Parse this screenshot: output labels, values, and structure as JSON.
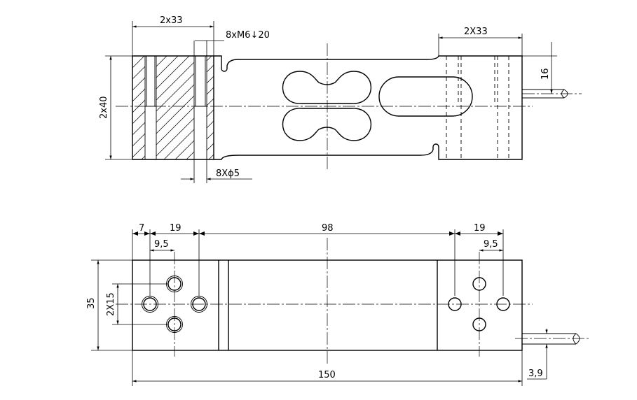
{
  "top_view": {
    "dim_hole_spacing_left": "2x33",
    "dim_thread": "8xM6↓20",
    "dim_hole_spacing_right": "2X33",
    "dim_height": "2x40",
    "dim_cable_offset": "16",
    "dim_bore": "8Xϕ5"
  },
  "front_view": {
    "dim_7": "7",
    "dim_19_left": "19",
    "dim_9_5_left": "9,5",
    "dim_98": "98",
    "dim_19_right": "19",
    "dim_9_5_right": "9,5",
    "dim_35": "35",
    "dim_2x15": "2X15",
    "dim_150": "150",
    "dim_3_9": "3,9"
  }
}
